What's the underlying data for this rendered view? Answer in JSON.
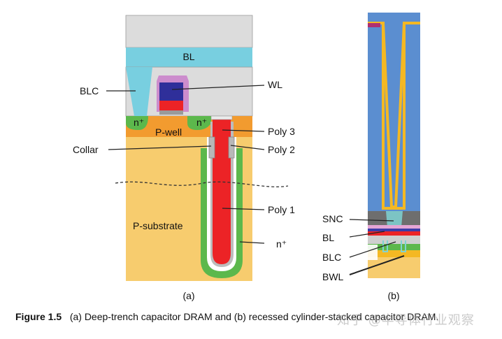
{
  "panel_a": {
    "labels": {
      "bl": "BL",
      "blc": "BLC",
      "wl": "WL",
      "n_plus_left": "n⁺",
      "n_plus_right": "n⁺",
      "p_well": "P-well",
      "collar": "Collar",
      "poly3": "Poly 3",
      "poly2": "Poly 2",
      "poly1": "Poly 1",
      "p_substrate": "P-substrate",
      "n_plus_trench": "n⁺"
    },
    "sub_label": "(a)"
  },
  "panel_b": {
    "labels": {
      "snc": "SNC",
      "bl": "BL",
      "blc": "BLC",
      "bwl": "BWL"
    },
    "sub_label": "(b)"
  },
  "caption": {
    "figure_no": "Figure 1.5",
    "text": "(a) Deep-trench capacitor DRAM and (b) recessed cylinder-stacked capacitor DRAM."
  },
  "watermark": "知乎 @半导体行业观察",
  "colors": {
    "gray_cap": "#dcdcdc",
    "bitline": "#78cfe0",
    "p_well": "#f29b2f",
    "substrate": "#f7cc6e",
    "n_plus": "#5cb84c",
    "poly": "#ec2326",
    "gate_spacer": "#cc8ccd",
    "gate_metal": "#2f2f9a",
    "collar": "#b8b8b8",
    "blue_dielectric": "#5b8ed0",
    "cylinder": "#f4b823"
  }
}
